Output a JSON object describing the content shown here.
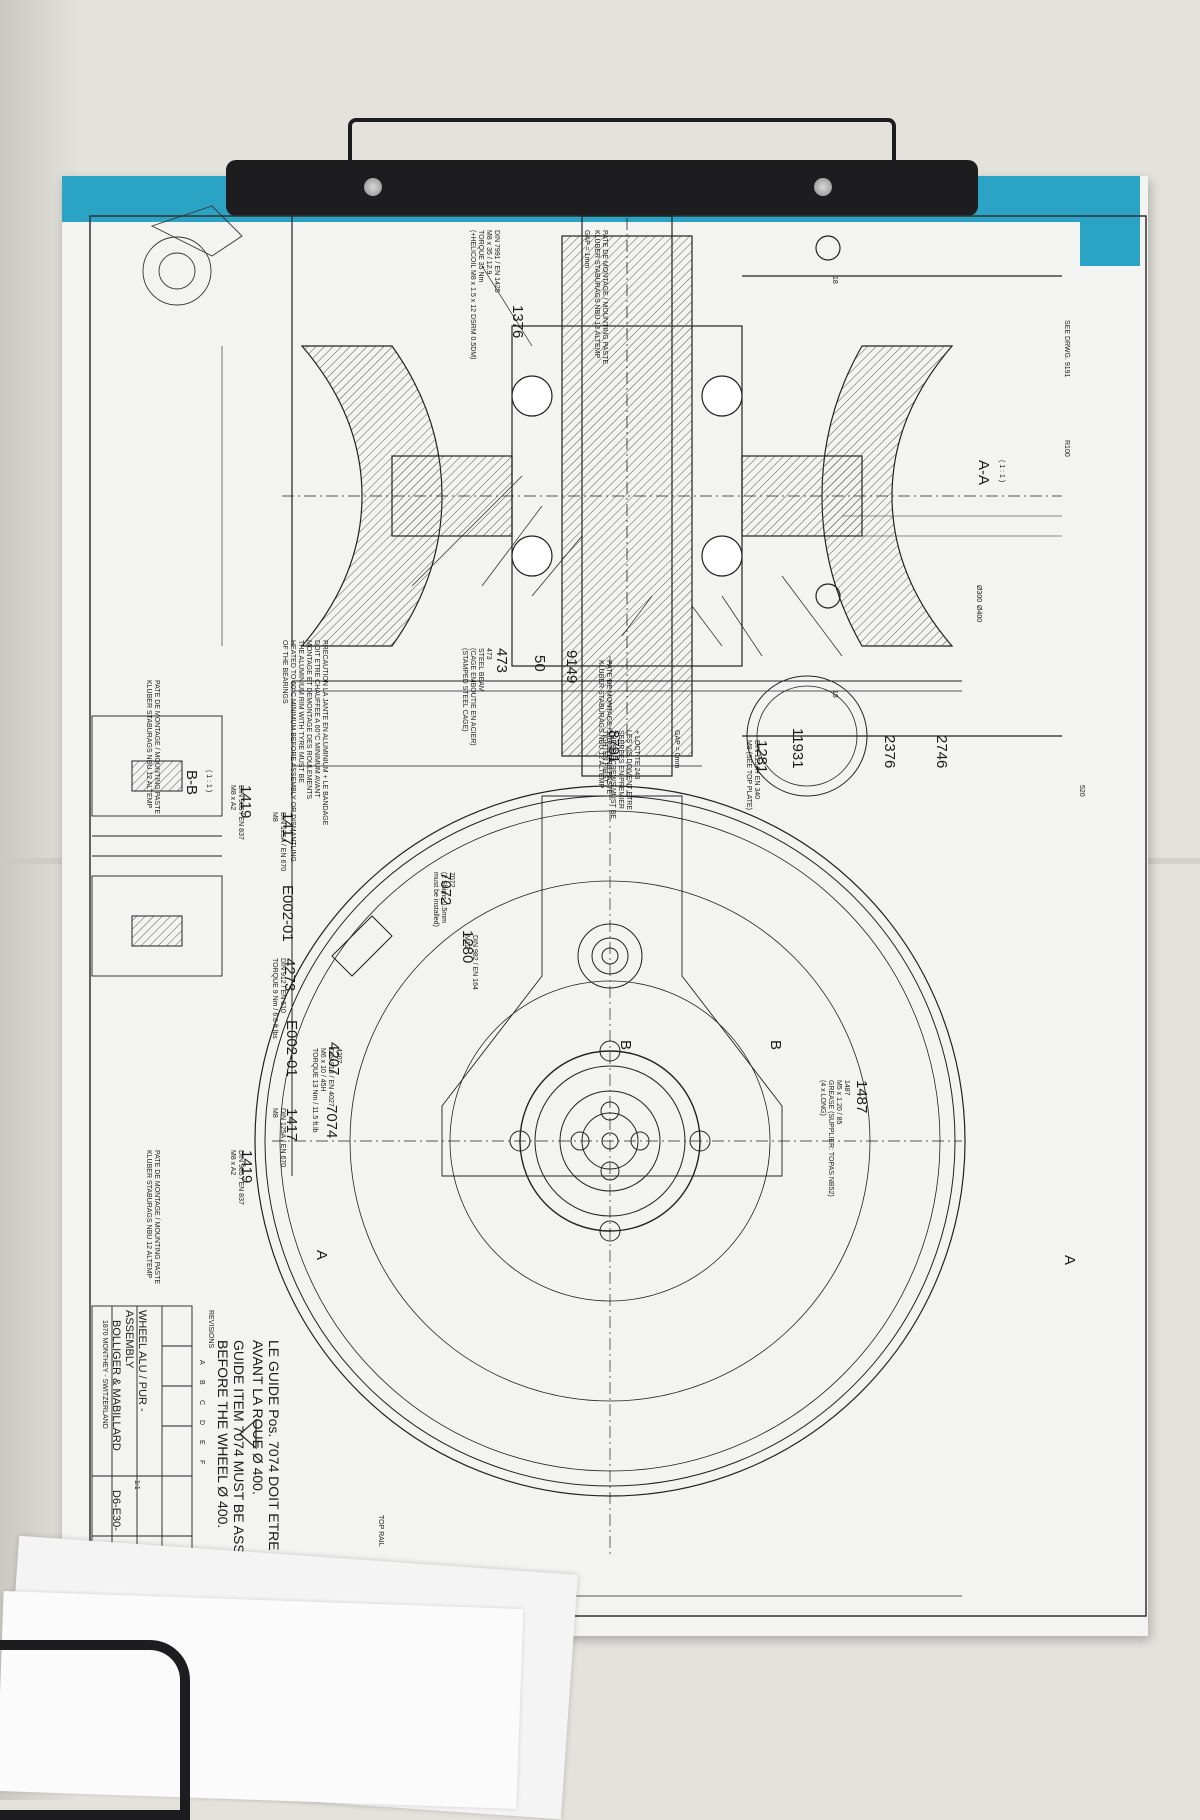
{
  "drawing": {
    "section_label": "A-A",
    "section_scale": "( 1 : 1 )",
    "detail_label": "B-B",
    "detail_scale": "( 1 : 1 )",
    "view_marker_b": "B",
    "view_marker_a": "A",
    "part_numbers": [
      "1376",
      "473",
      "50",
      "9149",
      "8791",
      "1281",
      "11931",
      "2376",
      "2746",
      "1419",
      "1417",
      "E002-01",
      "4273",
      "E002-01",
      "1417",
      "1419",
      "7072",
      "1280",
      "4207",
      "7074",
      "1487"
    ],
    "dim_d300": "Ø300",
    "dim_d400": "Ø400",
    "dim_r100": "R100",
    "dim_520": "520",
    "dim_18": "18",
    "gap_top": "GAP = 1mm",
    "gap_bottom": "GAP = 0mm",
    "see_drwg": "SEE DRWG. 9191",
    "note_1376": "DIN 7991 / EN 1425\nM8 x 35 / 12.9\nTORQUE 35 Nm\n(+HELICOIL M8 x 1.5 x 12 DSRM 0.5DM)",
    "note_473": "473\nSTEEL BEAM\n(CAGE EMBOUTIE EN ACIER)\n(STAMPED STEEL CAGE)",
    "note_pate": "PATE DE MONTAGE / MOUNTING PASTE\nKLUBER STABURAGS NBU 12 ALTEMP",
    "note_loctite": "+ LOCTITE 243\nLES VIS DOIVENT ETRE\nSERREES EN PREMIER\nTHESE SCREWS MUST BE\nTIGHTEN FIRST",
    "note_1487": "1487\nM5 x 1.20 / 85\nGREASE (SUPPLIER: TOPAS NB52)\n(4 x LONG)",
    "note_7072": "7072\n(2 Shims 0.5mm\nmust be installed)",
    "note_1280": "DIN 982 / EN 164\nM12",
    "note_4207": "4207\nDIN 913 / EN 4027\nM6 x 10 / 45H\nTORQUE 13 Nm / 11.5 ft.lb",
    "note_1417": "DIN 125A / EN 670\nM8",
    "note_1419": "DIN 985 / EN 837\nM8 x A2",
    "note_4273": "DIN 912 / EN 610\nTORQUE 9 Nm / 6.6 ft.lbs",
    "note_1281": "DIN 125A / EN 340\nM8 (SEE TOP PLATE)",
    "note_preload": "PRECAUTION LA JANTE EN ALUMINIUM + LE BANDAGE\nDOIT ETRE CHAUFFEE A 60°C MINIMUM AVANT\nMONTAGE ET DEMONTAGE DES ROULEMENTS\nTHE ALUMINIUM RIM WITH TYRE MUST BE\nHEATED TO 60°C MINIMUM BEFORE ASSEMBLY OR DISMANTLING\nOF THE BEARINGS",
    "warning_fr": "LE GUIDE Pos. 7074 DOIT ETRE MONTE\nAVANT LA ROUE Ø 400.",
    "warning_en": "GUIDE ITEM 7074 MUST BE ASSEMBLED\nBEFORE THE WHEEL Ø 400.",
    "top_rail": "TOP RAIL",
    "title_block": {
      "revisions": "REVISIONS",
      "rev_letters": [
        "A",
        "B",
        "C",
        "D",
        "E",
        "F"
      ],
      "title_1": "WHEEL ALU / PUR -",
      "title_2": "ASSEMBLY",
      "company": "BOLLIGER & MABILLARD",
      "address": "1870 MONTHEY - SWITZERLAND",
      "drawing_no": "D6-E30-",
      "scale_label": "1:1"
    }
  },
  "colors": {
    "wall": "#e4e2dc",
    "sheet": "#f3f3f1",
    "tape": "#2aa3c4",
    "ink": "#1b1b1b",
    "hatch": "#5a5a5a",
    "holder": "#1d1d1f"
  }
}
